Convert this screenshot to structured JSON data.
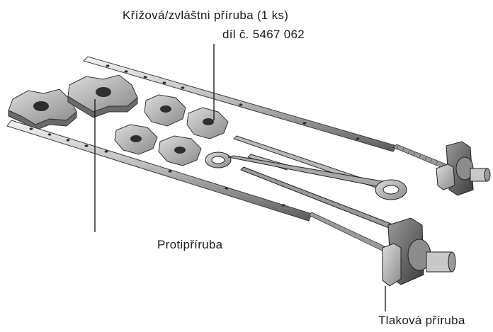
{
  "labels": {
    "cross_flange_line1": "Křížová/zvláštni příruba (1 ks)",
    "cross_flange_line2": "díl č. 5467 062",
    "counter_flange": "Protipříruba",
    "pressure_flange": "Tlaková příruba"
  }
}
